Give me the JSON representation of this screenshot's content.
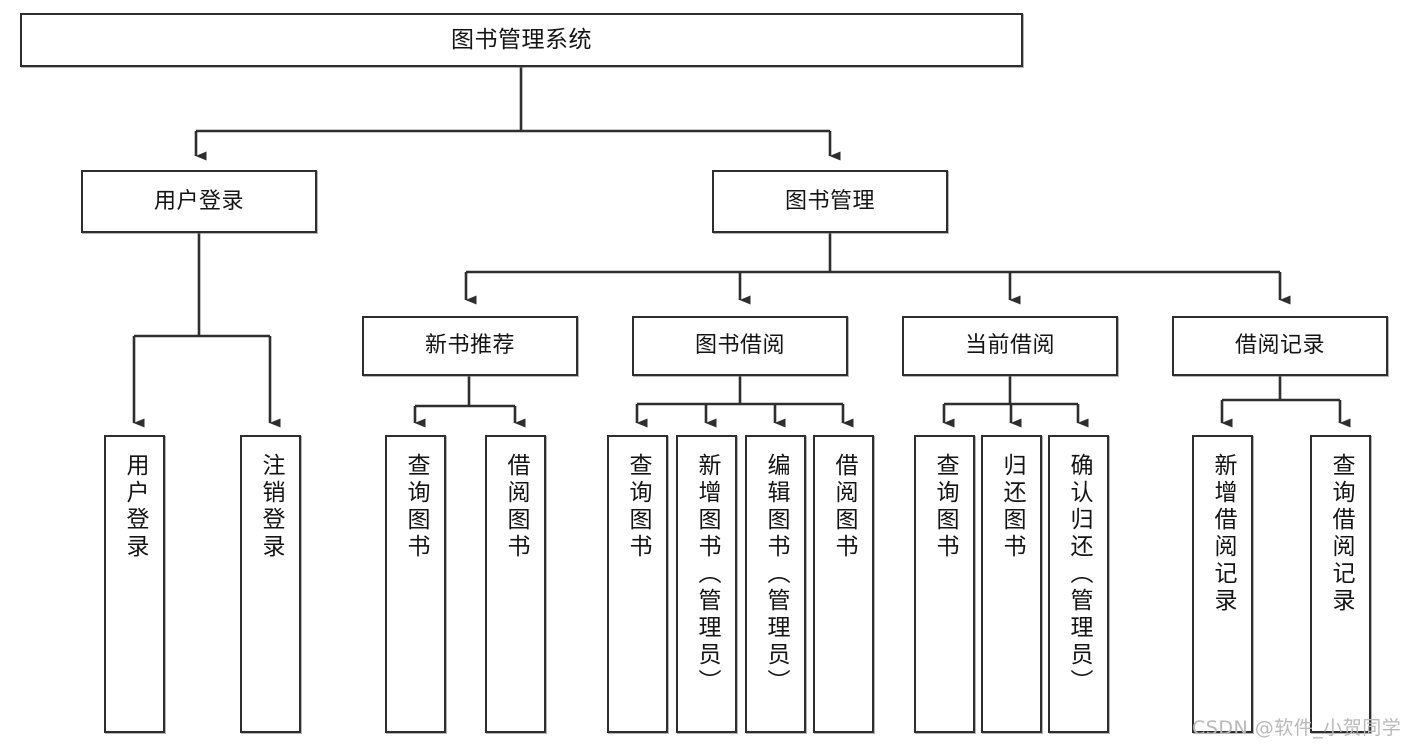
{
  "diagram": {
    "type": "tree-hierarchy-chart",
    "title": "图书管理系统",
    "stroke_color": "#2e2e2e",
    "fill_color": "#ffffff",
    "text_color": "#141414",
    "watermark": "CSDN @软件_小贺同学",
    "nodes": {
      "root": {
        "label": "图书管理系统"
      },
      "level1": [
        {
          "label": "用户登录"
        },
        {
          "label": "图书管理"
        }
      ],
      "level2": [
        {
          "label": "新书推荐"
        },
        {
          "label": "图书借阅"
        },
        {
          "label": "当前借阅"
        },
        {
          "label": "借阅记录"
        }
      ],
      "leaves": {
        "user_login": [
          {
            "label": "用户登录"
          },
          {
            "label": "注销登录"
          }
        ],
        "new_book_recommend": [
          {
            "label": "查询图书"
          },
          {
            "label": "借阅图书"
          }
        ],
        "book_borrow": [
          {
            "label": "查询图书"
          },
          {
            "label": "新增图书（管理员）"
          },
          {
            "label": "编辑图书（管理员）"
          },
          {
            "label": "借阅图书"
          }
        ],
        "current_borrow": [
          {
            "label": "查询图书"
          },
          {
            "label": "归还图书"
          },
          {
            "label": "确认归还（管理员）"
          }
        ],
        "borrow_record": [
          {
            "label": "新增借阅记录"
          },
          {
            "label": "查询借阅记录"
          }
        ]
      }
    }
  }
}
